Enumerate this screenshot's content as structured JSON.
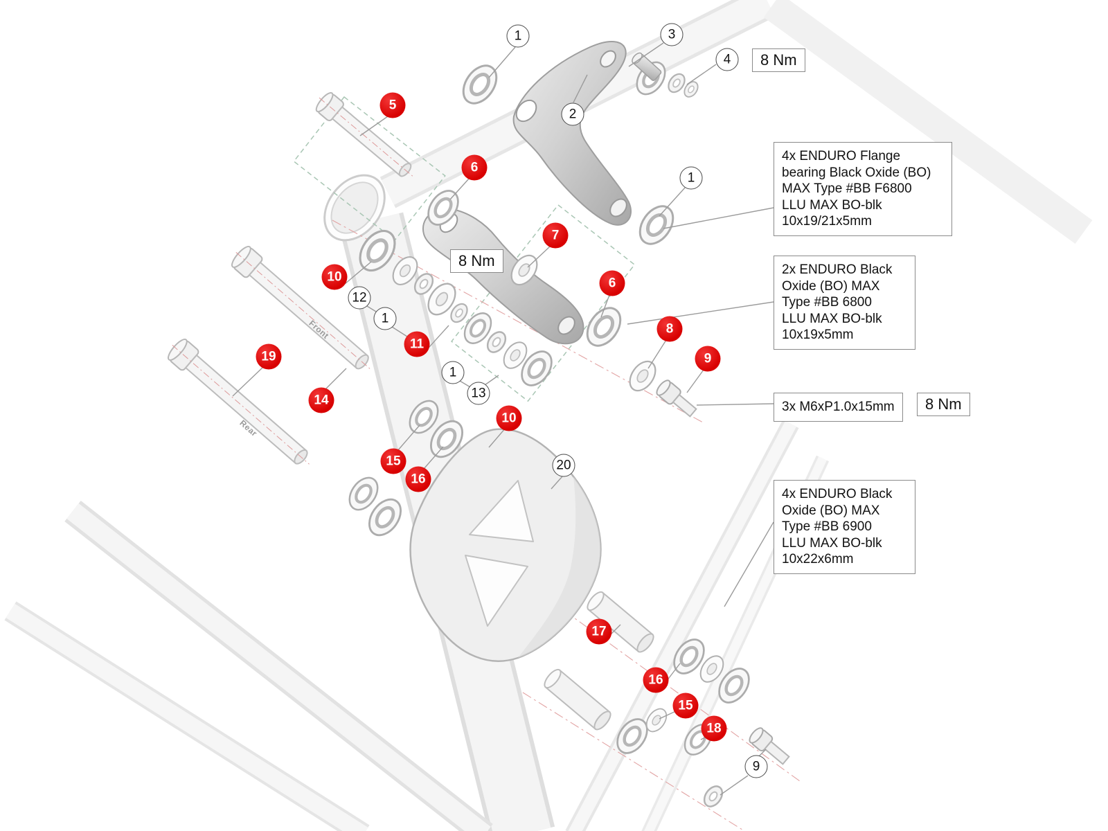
{
  "torque_labels": {
    "top": "8 Nm",
    "middle": "8 Nm",
    "bolt": "8 Nm"
  },
  "part_boxes": {
    "flange_bearing": "4x ENDURO Flange\nbearing Black Oxide (BO)\nMAX Type #BB F6800\nLLU MAX BO-blk\n10x19/21x5mm",
    "bearing_6800": "2x ENDURO Black\nOxide (BO) MAX\nType #BB 6800\nLLU MAX BO-blk\n10x19x5mm",
    "bolt_spec": "3x M6xP1.0x15mm",
    "bearing_6900": "4x ENDURO Black\nOxide (BO) MAX\nType #BB 6900\nLLU MAX BO-blk\n10x22x6mm"
  },
  "axle_labels": {
    "front": "Front",
    "rear": "Rear"
  },
  "red_callouts": {
    "k5": "5",
    "k6a": "6",
    "k7": "7",
    "k6b": "6",
    "k8": "8",
    "k9": "9",
    "k10a": "10",
    "k11": "11",
    "k19": "19",
    "k14": "14",
    "k10b": "10",
    "k15a": "15",
    "k16a": "16",
    "k17": "17",
    "k16b": "16",
    "k15b": "15",
    "k18": "18"
  },
  "white_callouts": {
    "k1a": "1",
    "k3": "3",
    "k4": "4",
    "k2": "2",
    "k1b": "1",
    "k12": "12",
    "k1c": "1",
    "k1d": "1",
    "k13": "13",
    "k20": "20",
    "k9": "9"
  },
  "colors": {
    "callout_red": "#d80000",
    "leader_gray": "#9b9b9b",
    "centerline_pink": "#e2a3a3",
    "alignment_teal": "#a9c6b4"
  }
}
